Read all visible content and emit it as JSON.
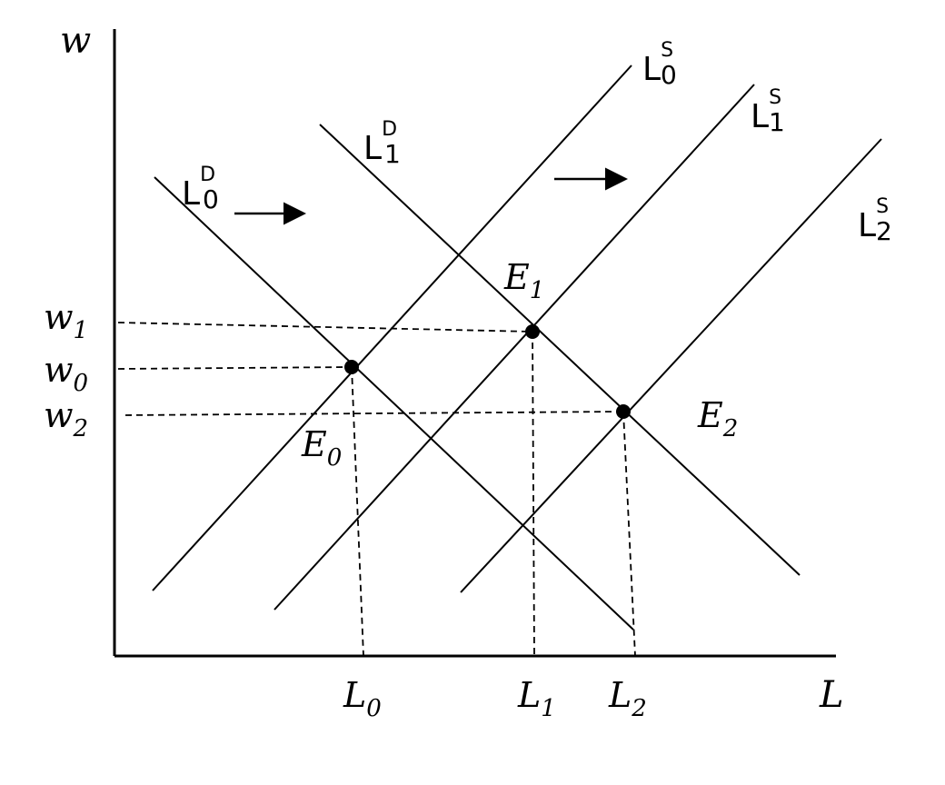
{
  "axes": {
    "y_label": "w",
    "x_label": "L"
  },
  "curves": {
    "supply": [
      {
        "base": "L",
        "sub": "0",
        "sup": "S"
      },
      {
        "base": "L",
        "sub": "1",
        "sup": "S"
      },
      {
        "base": "L",
        "sub": "2",
        "sup": "S"
      }
    ],
    "demand": [
      {
        "base": "L",
        "sub": "0",
        "sup": "D"
      },
      {
        "base": "L",
        "sub": "1",
        "sup": "D"
      }
    ]
  },
  "points": [
    {
      "base": "E",
      "sub": "0"
    },
    {
      "base": "E",
      "sub": "1"
    },
    {
      "base": "E",
      "sub": "2"
    }
  ],
  "wage_ticks": [
    {
      "base": "w",
      "sub": "1"
    },
    {
      "base": "w",
      "sub": "0"
    },
    {
      "base": "w",
      "sub": "2"
    }
  ],
  "labor_ticks": [
    {
      "base": "L",
      "sub": "0"
    },
    {
      "base": "L",
      "sub": "1"
    },
    {
      "base": "L",
      "sub": "2"
    }
  ]
}
